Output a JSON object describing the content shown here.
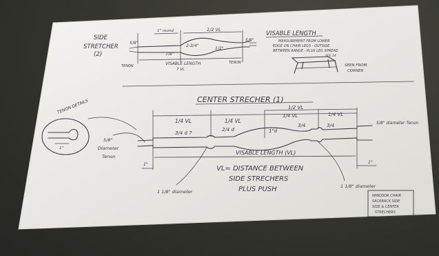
{
  "side_stretcher": {
    "title_line1": "SIDE",
    "title_line2": "STRETCHER",
    "title_line3": "(2)",
    "dim_top_left": "1\" round",
    "dim_top_right": "1/2 VL",
    "dim_left": "5/8\"",
    "dim_mid1": "2-3/4\"",
    "dim_mid2": "7/8\"",
    "dim_mid3": "1/2\"",
    "dim_right": "5/8\"",
    "tenon_left": "TENON",
    "tenon_right": "TENON",
    "length_label": "VISABLE LENGTH",
    "length_sub": "7 VL"
  },
  "visable_length_note": {
    "heading": "VISABLE LENGTH",
    "line1": "MEASUREMENT FROM LOWER",
    "line2": "EDGE ON CHAIR LEGS - OUTSIDE",
    "line3": "BETWEEN RANGE - PLUS LEG SPREAD",
    "line4": "SEE 14",
    "caption_line1": "SEEN FROM",
    "caption_line2": "CORNER"
  },
  "center_stretcher": {
    "title": "CENTER STRECHER (1)",
    "dim_top_half": "1/2 VL",
    "dim_q1": "1/4 VL",
    "dim_q2": "1/4 VL",
    "dim_q3": "1/4 VL",
    "dim_q4": "1/4 VL",
    "dim_a": "3/4 d 7",
    "dim_b": "2/4 d",
    "dim_c": "1\"d",
    "dim_d": "3/4",
    "dim_e": "3/4",
    "dim_right_tenon": "5/8\" diameter Tenon",
    "dim_left_tenon_1": "5/8\"",
    "dim_left_tenon_2": "Diameter",
    "dim_left_tenon_3": "Tenon",
    "length_label": "VISABLE LENGTH (VL)",
    "vl_def_1": "VL= DISTANCE BETWEEN",
    "vl_def_2": "SIDE STRECHERS",
    "vl_def_3": "PLUS PUSH",
    "diam_left": "1 1/8\" diameter",
    "diam_right": "1 1/8\" diameter",
    "dim_small_left": "1\"",
    "dim_small_right": "1\""
  },
  "tenon_detail": {
    "label": "TENON DETAILS",
    "dim": "1\""
  },
  "title_block": {
    "line1": "WINDSOR CHAIR",
    "line2": "SACKBACK SIDE",
    "line3": "SIDE & CENTER",
    "line4": "STRECHERS"
  }
}
